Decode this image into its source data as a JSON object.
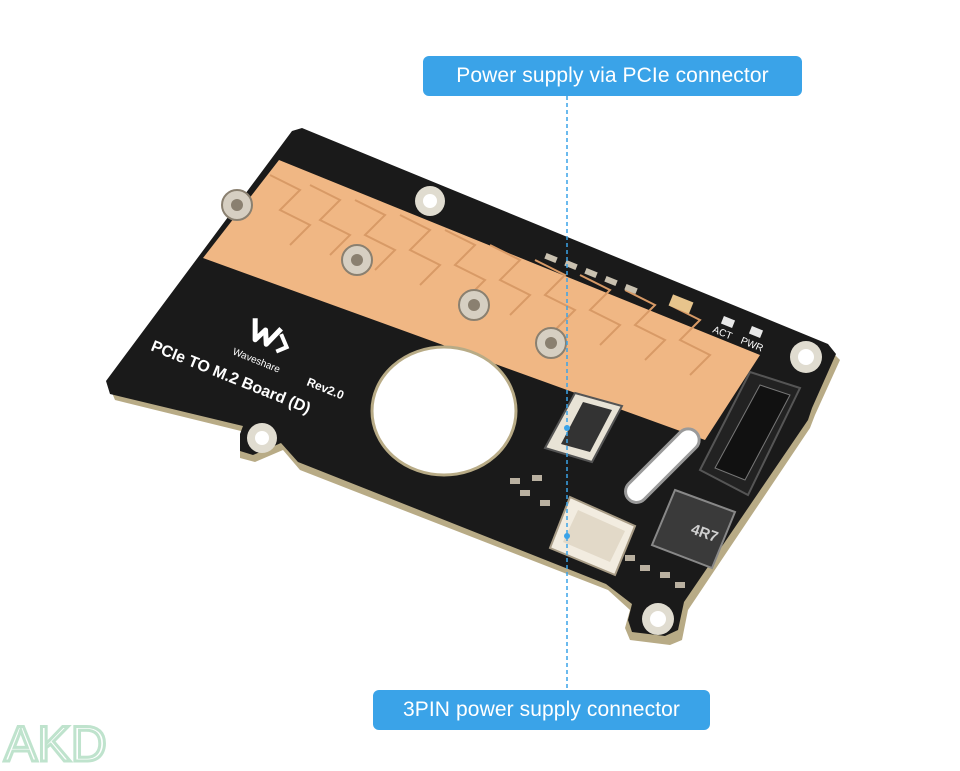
{
  "callouts": {
    "top": "Power supply via PCIe connector",
    "bottom": "3PIN power supply connector"
  },
  "board": {
    "brand": "Waveshare",
    "title": "PCIe TO M.2 Board (D)",
    "revision": "Rev2.0",
    "led_labels": [
      "ACT",
      "PWR"
    ],
    "inductor_marking": "4R7"
  },
  "watermark": {
    "text": "AKD"
  },
  "colors": {
    "callout_bg": "#3aa3e8",
    "callout_text": "#ffffff",
    "leader_line": "#3aa3e8",
    "pcb": "#1a1a1a",
    "pcb_edge": "#b8ab86",
    "copper_pad": "#f0b784",
    "watermark": "#bfe3cd"
  }
}
